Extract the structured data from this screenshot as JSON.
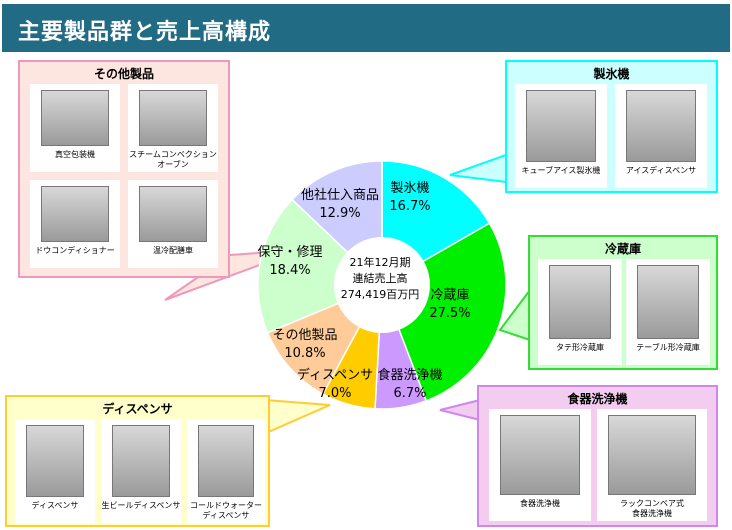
{
  "title": "主要製品群と売上高構成",
  "center": {
    "line1": "21年12月期",
    "line2": "連結売上高",
    "line3": "274,419百万円"
  },
  "chart_data": {
    "type": "pie",
    "title": "21年12月期 連結売上高 274,419百万円",
    "categories": [
      "製氷機",
      "冷蔵庫",
      "食器洗浄機",
      "ディスペンサ",
      "その他製品",
      "保守・修理",
      "他社仕入商品"
    ],
    "values": [
      16.7,
      27.5,
      6.7,
      7.0,
      10.8,
      18.4,
      12.9
    ],
    "labels": [
      "16.7%",
      "27.5%",
      "6.7%",
      "7.0%",
      "10.8%",
      "18.4%",
      "12.9%"
    ],
    "colors": [
      "#00ffff",
      "#00ee00",
      "#cc99ff",
      "#ffcc00",
      "#ffcc99",
      "#ccffcc",
      "#ccccff"
    ]
  },
  "boxes": {
    "other": {
      "title": "その他製品",
      "items": [
        "真空包装機",
        "スチームコンベクション\nオーブン",
        "ドウコンディショナー",
        "温冷配膳車"
      ],
      "color": "#ee99bb",
      "bg": "#fde6e0"
    },
    "ice": {
      "title": "製氷機",
      "items": [
        "キューブアイス製氷機",
        "アイスディスペンサ"
      ],
      "color": "#00ffff",
      "bg": "#ccffff"
    },
    "fridge": {
      "title": "冷蔵庫",
      "items": [
        "タテ形冷蔵庫",
        "テーブル形冷蔵庫"
      ],
      "color": "#33dd33",
      "bg": "#ccffcc"
    },
    "dish": {
      "title": "食器洗浄機",
      "items": [
        "食器洗浄機",
        "ラックコンベア式\n食器洗浄機"
      ],
      "color": "#cc88ee",
      "bg": "#f3ccf0"
    },
    "disp": {
      "title": "ディスペンサ",
      "items": [
        "ディスペンサ",
        "生ビールディスペンサ",
        "コールドウォーター\nディスペンサ"
      ],
      "color": "#ffcc33",
      "bg": "#ffffcc"
    }
  }
}
